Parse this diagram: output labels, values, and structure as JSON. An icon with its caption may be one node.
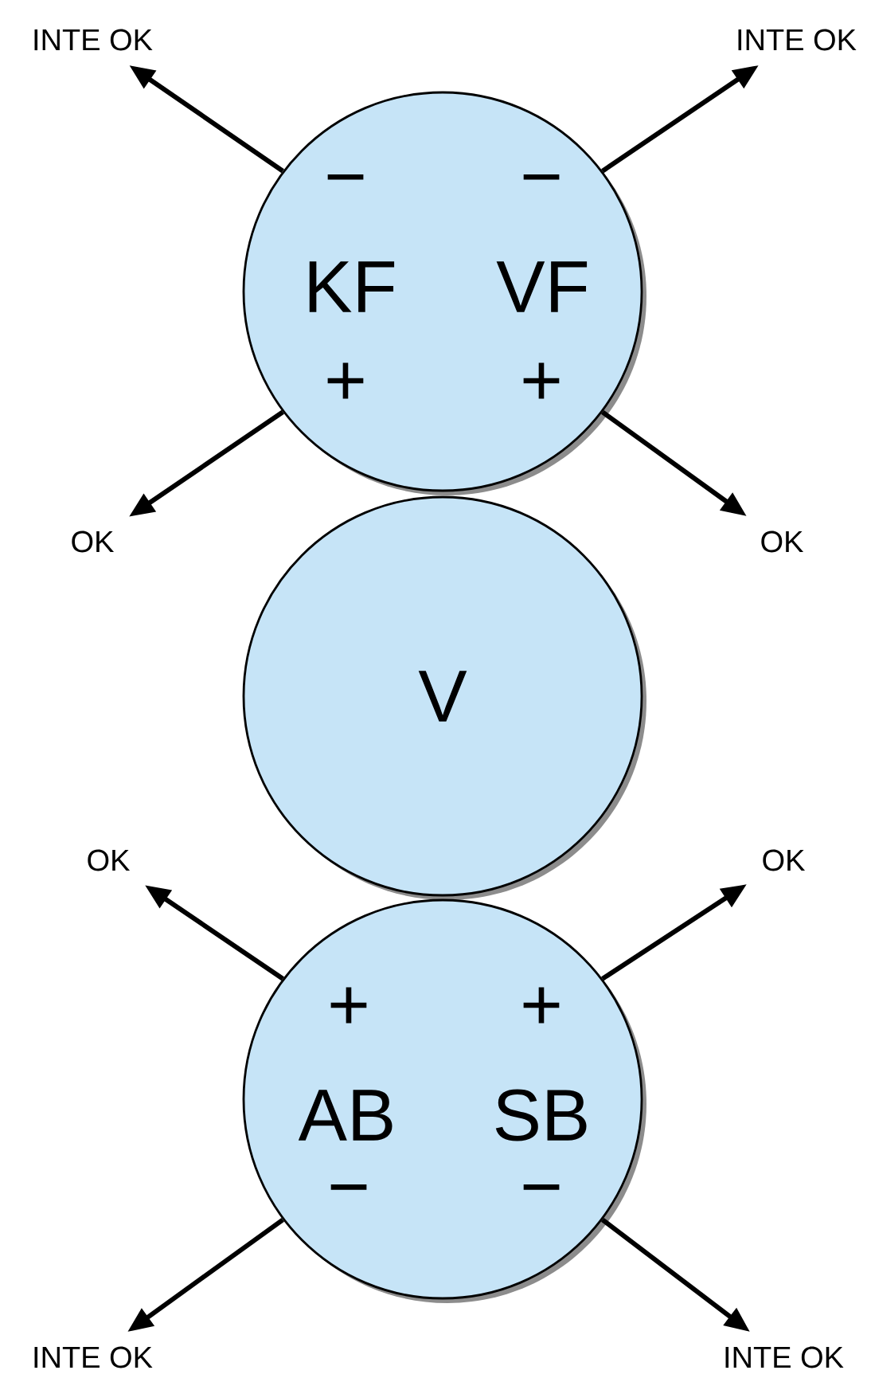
{
  "diagram": {
    "nodes": [
      {
        "text": [
          "−",
          "−",
          "KF",
          "VF",
          "+",
          "+"
        ]
      },
      {
        "text": [
          "V"
        ]
      },
      {
        "text": [
          "+",
          "+",
          "AB",
          "SB",
          "−",
          "−"
        ]
      },
      {
        "text": [
          "INTE OK"
        ]
      },
      {
        "text": [
          "INTE OK"
        ]
      },
      {
        "text": [
          "OK"
        ]
      },
      {
        "text": [
          "OK"
        ]
      },
      {
        "text": [
          "OK"
        ]
      },
      {
        "text": [
          "OK"
        ]
      },
      {
        "text": [
          "INTE OK"
        ]
      },
      {
        "text": [
          "INTE OK"
        ]
      }
    ],
    "edges": [
      {
        "from": 0,
        "to": 3,
        "arrow": "to"
      },
      {
        "from": 0,
        "to": 4,
        "arrow": "to"
      },
      {
        "from": 0,
        "to": 5,
        "arrow": "to"
      },
      {
        "from": 0,
        "to": 6,
        "arrow": "to"
      },
      {
        "from": 2,
        "to": 7,
        "arrow": "to"
      },
      {
        "from": 2,
        "to": 8,
        "arrow": "to"
      },
      {
        "from": 2,
        "to": 9,
        "arrow": "to"
      },
      {
        "from": 2,
        "to": 10,
        "arrow": "to"
      }
    ]
  }
}
